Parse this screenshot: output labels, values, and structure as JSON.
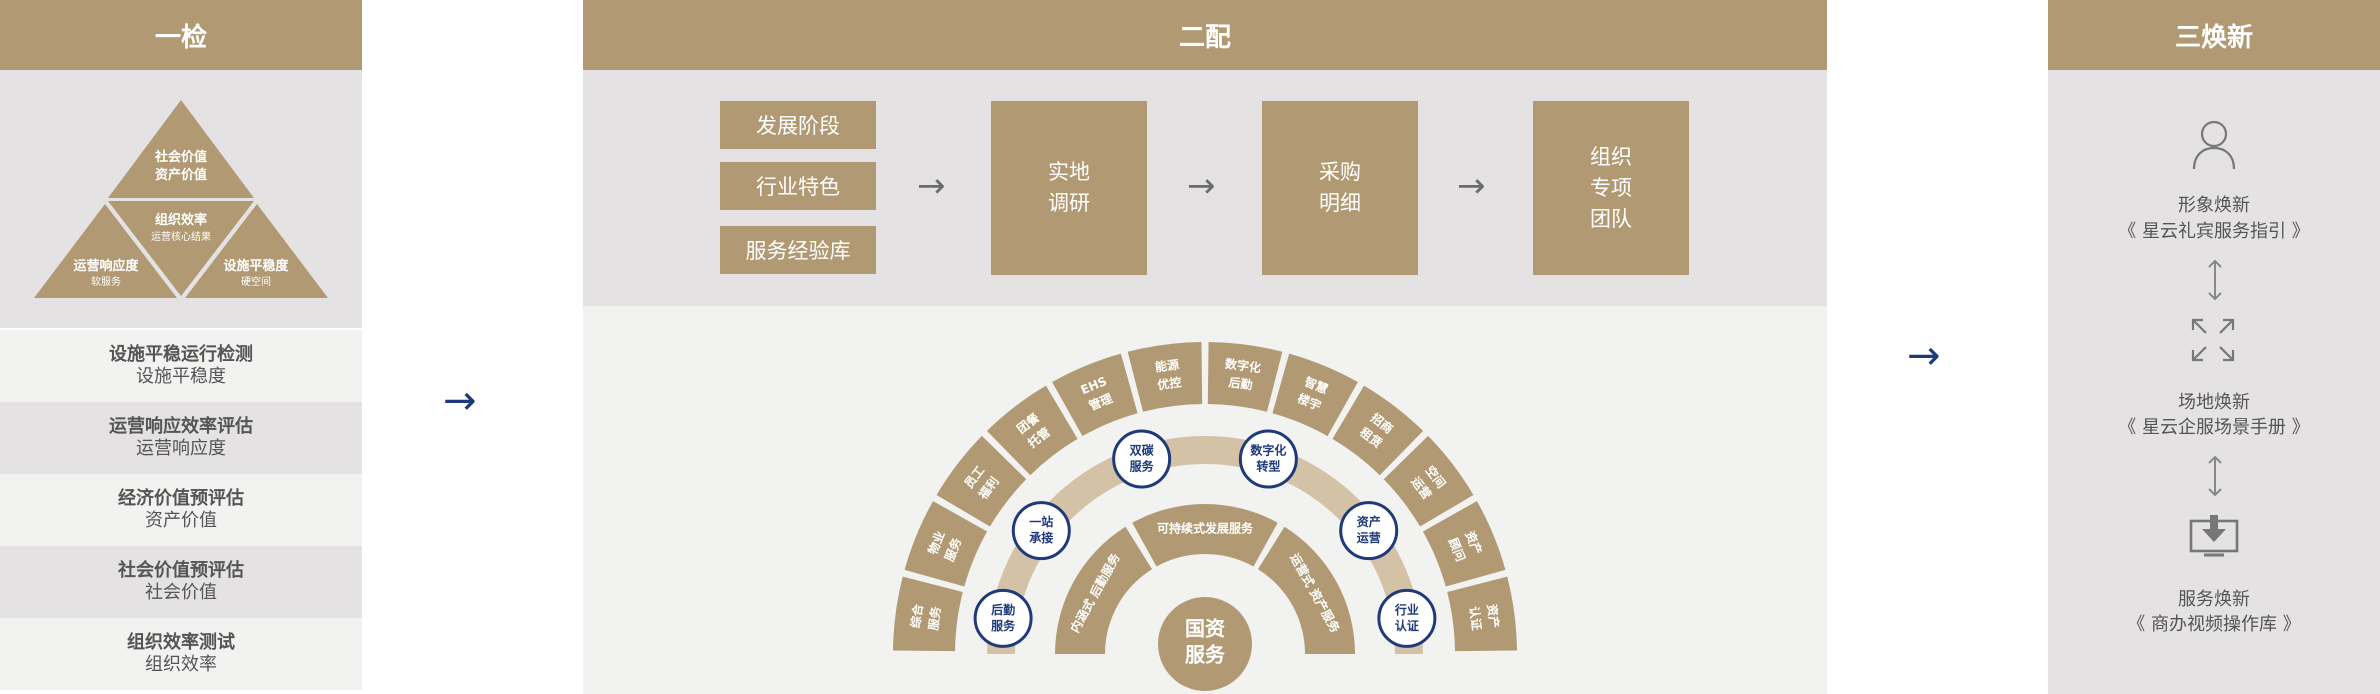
{
  "col1": {
    "title": "一检",
    "pyramid": {
      "top_line1": "社会价值",
      "top_line2": "资产价值",
      "mid_line1": "组织效率",
      "mid_line2": "运营核心结果",
      "left_line1": "运营响应度",
      "left_line2": "软服务",
      "right_line1": "设施平稳度",
      "right_line2": "硬空间"
    },
    "rows": [
      {
        "title": "设施平稳运行检测",
        "sub": "设施平稳度"
      },
      {
        "title": "运营响应效率评估",
        "sub": "运营响应度"
      },
      {
        "title": "经济价值预评估",
        "sub": "资产价值"
      },
      {
        "title": "社会价值预评估",
        "sub": "社会价值"
      },
      {
        "title": "组织效率测试",
        "sub": "组织效率"
      }
    ]
  },
  "col2": {
    "title": "二配",
    "tags": [
      "发展阶段",
      "行业特色",
      "服务经验库"
    ],
    "box1": "实地\n调研",
    "box2": "采购\n明细",
    "box3": "组织\n专项\n团队",
    "arrow": "→",
    "core_line1": "国资",
    "core_line2": "服务",
    "inner_ring": [
      "内涵式 后勤服务",
      "可持续式发展服务",
      "运营式 资产服务"
    ],
    "circles": [
      {
        "l1": "后勤",
        "l2": "服务"
      },
      {
        "l1": "一站",
        "l2": "承接"
      },
      {
        "l1": "双碳",
        "l2": "服务"
      },
      {
        "l1": "数字化",
        "l2": "转型"
      },
      {
        "l1": "资产",
        "l2": "运营"
      },
      {
        "l1": "行业",
        "l2": "认证"
      }
    ],
    "outer_segments": [
      {
        "l1": "综合",
        "l2": "服务"
      },
      {
        "l1": "物业",
        "l2": "服务"
      },
      {
        "l1": "员工",
        "l2": "福利"
      },
      {
        "l1": "团餐",
        "l2": "托管"
      },
      {
        "l1": "EHS",
        "l2": "管理"
      },
      {
        "l1": "能源",
        "l2": "优控"
      },
      {
        "l1": "数字化",
        "l2": "后勤"
      },
      {
        "l1": "智慧",
        "l2": "楼宇"
      },
      {
        "l1": "招商",
        "l2": "租赁"
      },
      {
        "l1": "空间",
        "l2": "运营"
      },
      {
        "l1": "资产",
        "l2": "顾问"
      },
      {
        "l1": "资产",
        "l2": "认证"
      }
    ]
  },
  "mid_arrow": "→",
  "col3": {
    "title": "三焕新",
    "items": [
      {
        "title": "形象焕新",
        "sub": "《 星云礼宾服务指引 》",
        "icon": "person-icon"
      },
      {
        "title": "场地焕新",
        "sub": "《 星云企服场景手册 》",
        "icon": "expand-icon"
      },
      {
        "title": "服务焕新",
        "sub": "《 商办视频操作库 》",
        "icon": "download-icon"
      }
    ]
  },
  "colors": {
    "gold": "#b19a73",
    "grey": "#e4e2e2",
    "light": "#f2f2f1",
    "navy": "#1f3a7a",
    "ring": "#d3c2a6"
  }
}
